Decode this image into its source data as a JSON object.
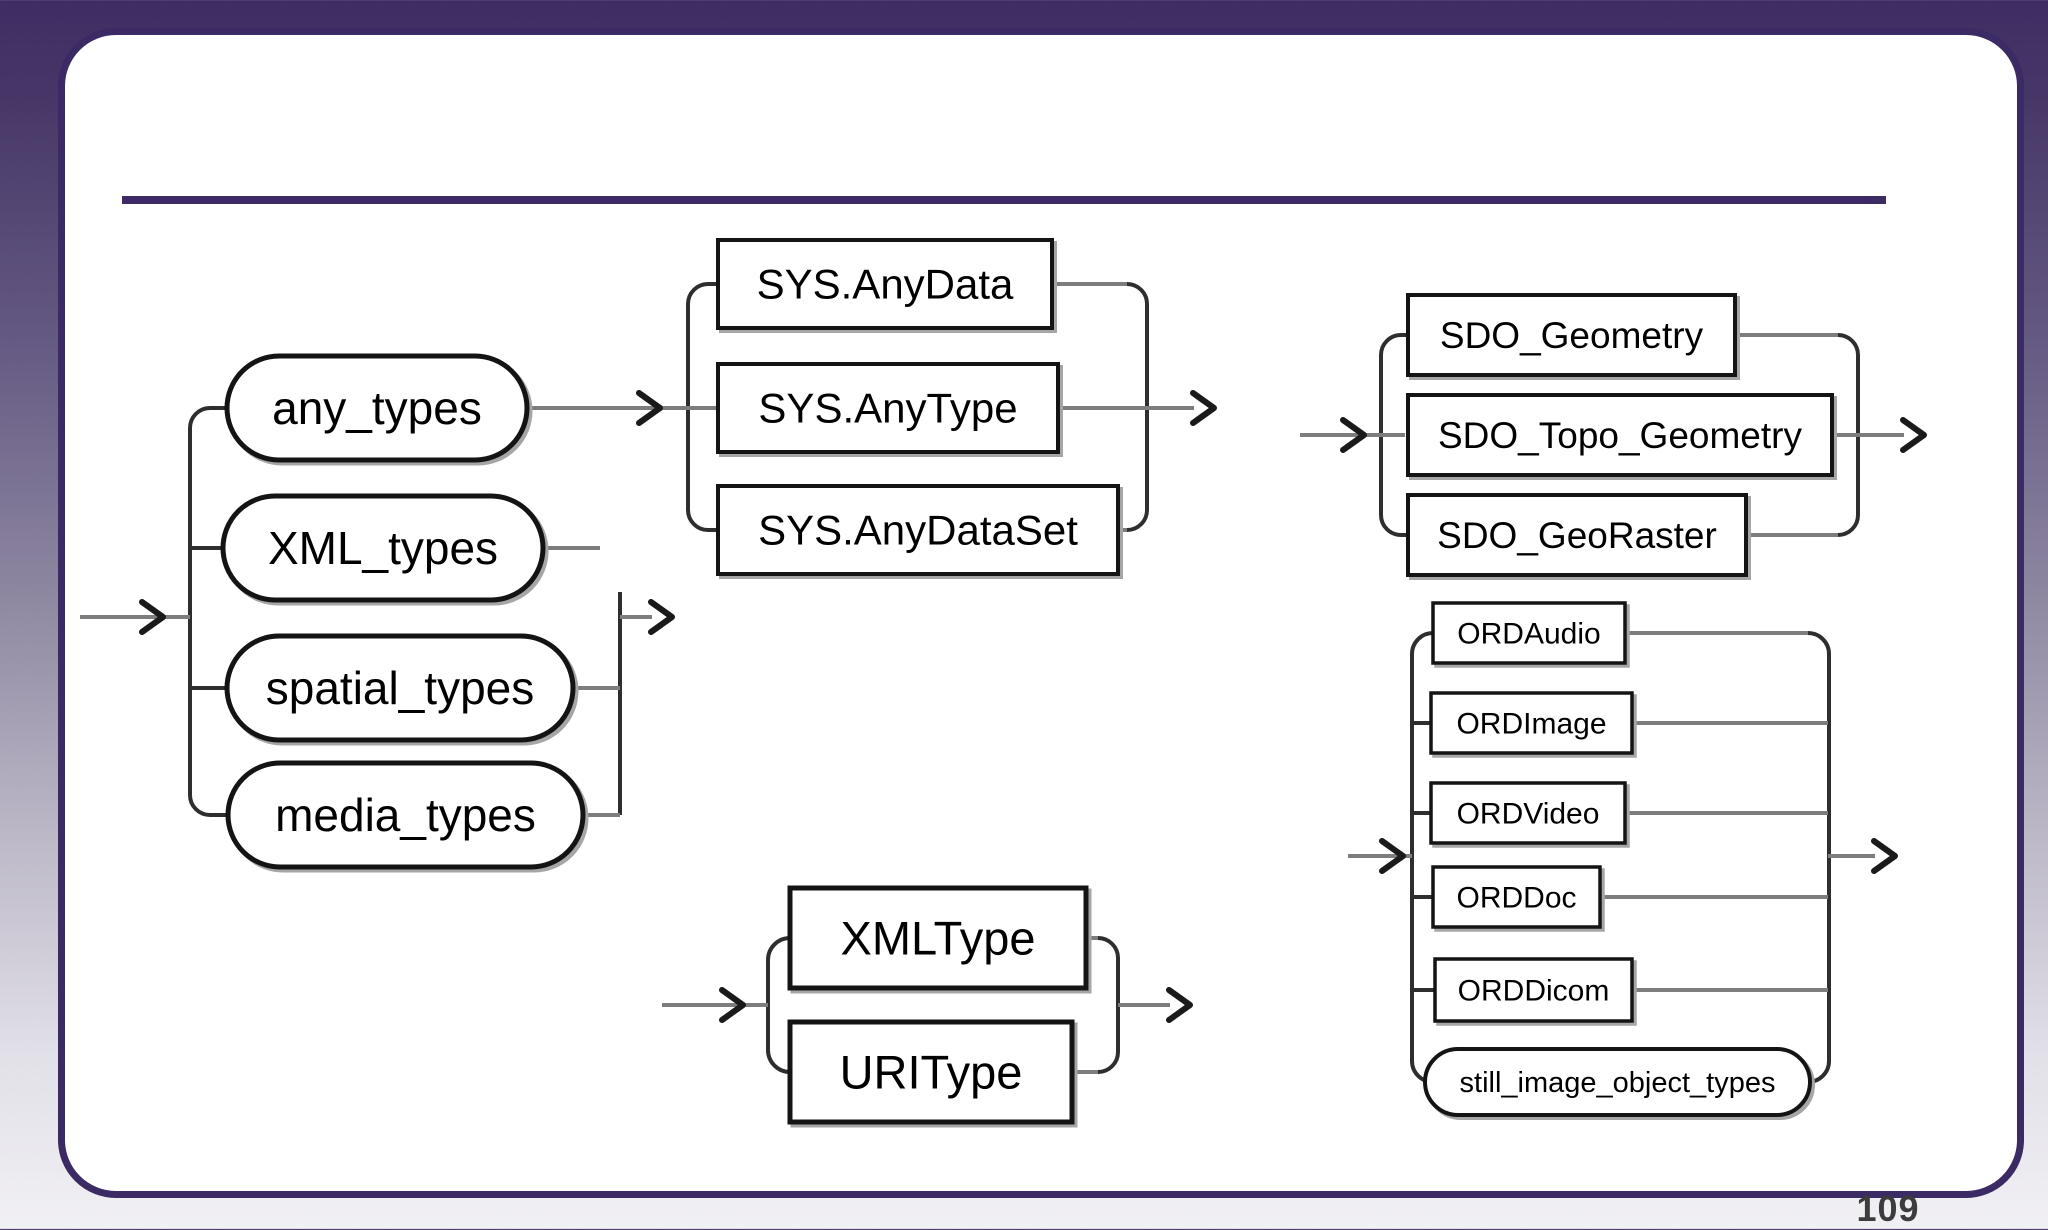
{
  "page": {
    "number": "109"
  },
  "theme": {
    "slide_background": "#ffffff",
    "slide_border": "#3b2a63",
    "title_rule": "#3b2a63",
    "background_top": "#3d2d62",
    "background_bottom": "#f1f0f4",
    "rail_color": "#7d7d7d",
    "branch_color": "#2e2e2e",
    "node_border": "#141414",
    "node_fill": "#ffffff",
    "text_color": "#000000",
    "page_number_color": "#3c3c3e"
  },
  "diagram": {
    "groups": [
      {
        "id": "type-alternatives",
        "nodes": [
          {
            "id": "any_types",
            "label": "any_types",
            "shape": "stadium"
          },
          {
            "id": "xml_types",
            "label": "XML_types",
            "shape": "stadium"
          },
          {
            "id": "spatial_types",
            "label": "spatial_types",
            "shape": "stadium"
          },
          {
            "id": "media_types",
            "label": "media_types",
            "shape": "stadium"
          }
        ]
      },
      {
        "id": "any-types-expansion",
        "nodes": [
          {
            "id": "sys_anydata",
            "label": "SYS.AnyData",
            "shape": "rect"
          },
          {
            "id": "sys_anytype",
            "label": "SYS.AnyType",
            "shape": "rect"
          },
          {
            "id": "sys_anydataset",
            "label": "SYS.AnyDataSet",
            "shape": "rect"
          }
        ]
      },
      {
        "id": "xml-types-expansion",
        "nodes": [
          {
            "id": "xmltype",
            "label": "XMLType",
            "shape": "rect"
          },
          {
            "id": "uritype",
            "label": "URIType",
            "shape": "rect"
          }
        ]
      },
      {
        "id": "spatial-types-expansion",
        "nodes": [
          {
            "id": "sdo_geometry",
            "label": "SDO_Geometry",
            "shape": "rect"
          },
          {
            "id": "sdo_topo_geometry",
            "label": "SDO_Topo_Geometry",
            "shape": "rect"
          },
          {
            "id": "sdo_georaster",
            "label": "SDO_GeoRaster",
            "shape": "rect"
          }
        ]
      },
      {
        "id": "media-types-expansion",
        "nodes": [
          {
            "id": "ordaudio",
            "label": "ORDAudio",
            "shape": "rect"
          },
          {
            "id": "ordimage",
            "label": "ORDImage",
            "shape": "rect"
          },
          {
            "id": "ordvideo",
            "label": "ORDVideo",
            "shape": "rect"
          },
          {
            "id": "orddoc",
            "label": "ORDDoc",
            "shape": "rect"
          },
          {
            "id": "orddicom",
            "label": "ORDDicom",
            "shape": "rect"
          },
          {
            "id": "still_image_object_types",
            "label": "still_image_object_types",
            "shape": "stadium"
          }
        ]
      }
    ]
  }
}
